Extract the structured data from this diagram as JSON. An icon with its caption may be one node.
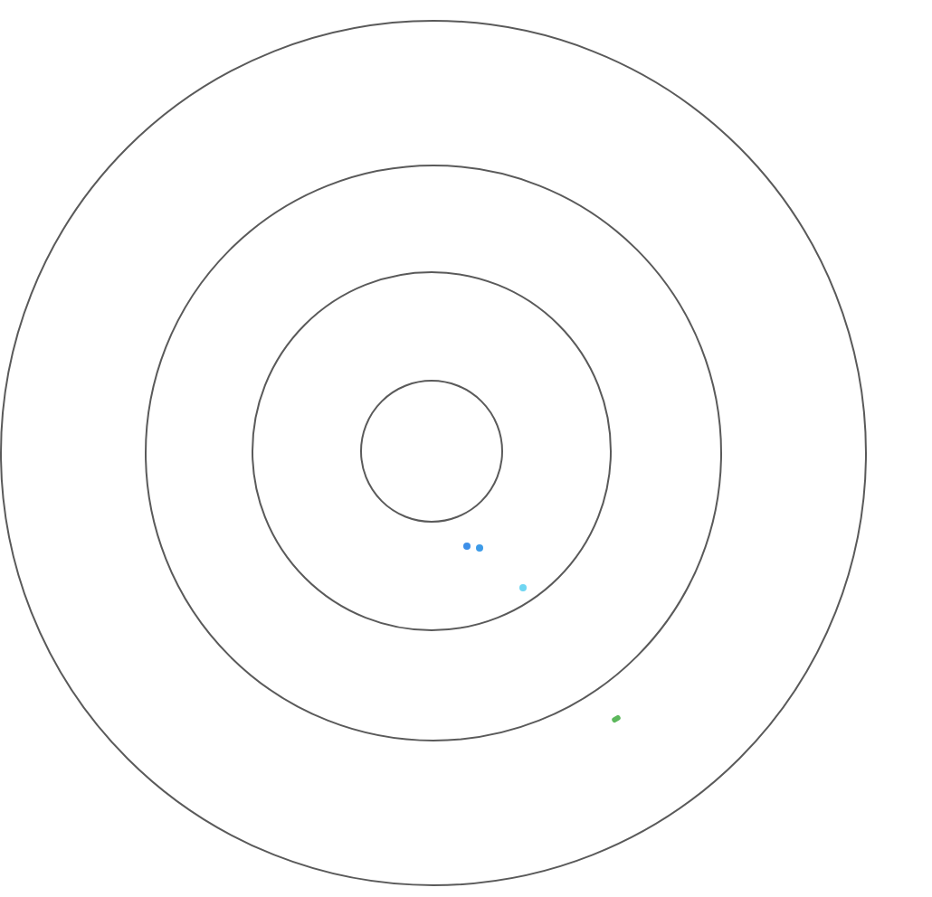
{
  "diagram": {
    "nodes": [
      {
        "text": [],
        "shape": "circle"
      },
      {
        "text": [],
        "shape": "circle",
        "in": 0
      },
      {
        "text": [],
        "shape": "circle",
        "in": 1
      },
      {
        "text": [],
        "shape": "circle",
        "in": 2
      }
    ]
  }
}
